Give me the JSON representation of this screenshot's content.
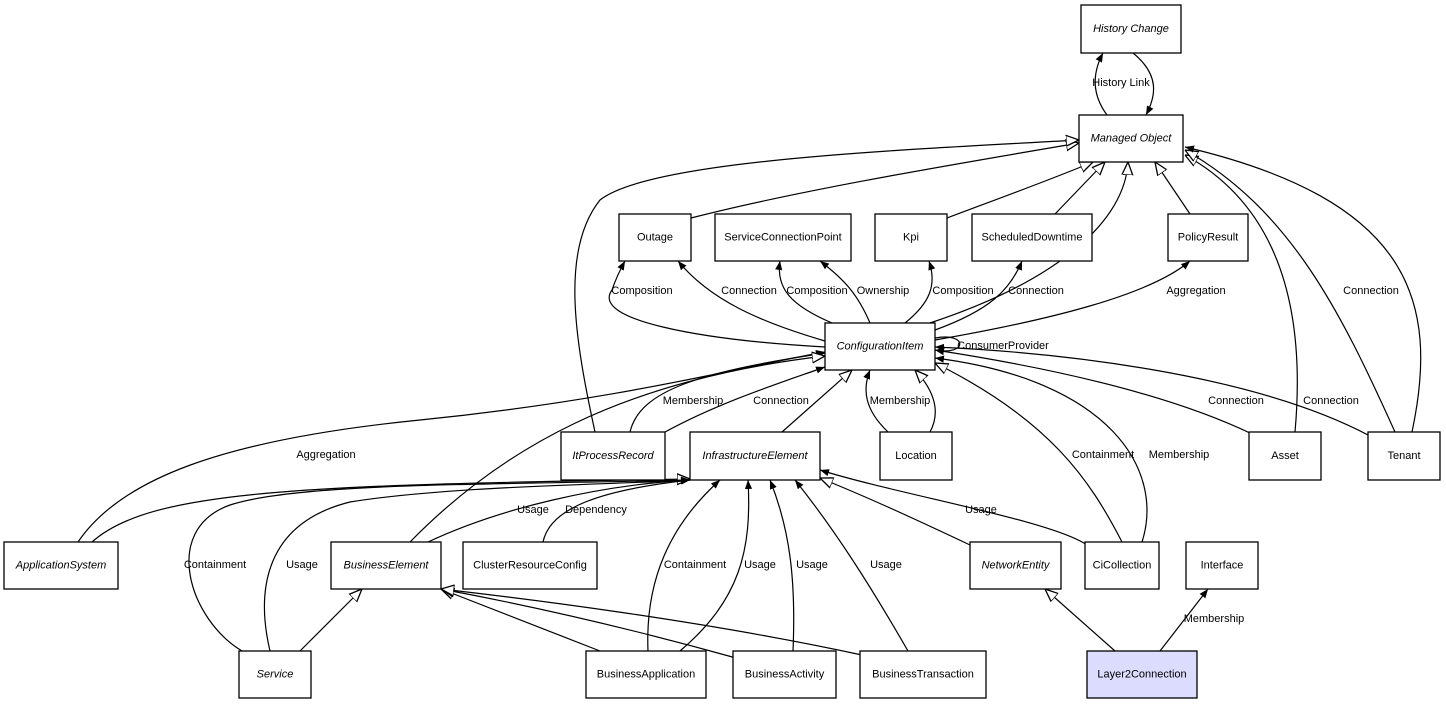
{
  "diagram": {
    "nodes": [
      {
        "id": "HistoryChange",
        "label": "History Change",
        "abstract": true
      },
      {
        "id": "ManagedObject",
        "label": "Managed Object",
        "abstract": true
      },
      {
        "id": "Outage",
        "label": "Outage",
        "abstract": false
      },
      {
        "id": "ServiceConnectionPoint",
        "label": "ServiceConnectionPoint",
        "abstract": false
      },
      {
        "id": "Kpi",
        "label": "Kpi",
        "abstract": false
      },
      {
        "id": "ScheduledDowntime",
        "label": "ScheduledDowntime",
        "abstract": false
      },
      {
        "id": "PolicyResult",
        "label": "PolicyResult",
        "abstract": false
      },
      {
        "id": "ConfigurationItem",
        "label": "ConfigurationItem",
        "abstract": true
      },
      {
        "id": "ItProcessRecord",
        "label": "ItProcessRecord",
        "abstract": true
      },
      {
        "id": "InfrastructureElement",
        "label": "InfrastructureElement",
        "abstract": true
      },
      {
        "id": "Location",
        "label": "Location",
        "abstract": false
      },
      {
        "id": "Asset",
        "label": "Asset",
        "abstract": false
      },
      {
        "id": "Tenant",
        "label": "Tenant",
        "abstract": false
      },
      {
        "id": "ApplicationSystem",
        "label": "ApplicationSystem",
        "abstract": true
      },
      {
        "id": "BusinessElement",
        "label": "BusinessElement",
        "abstract": true
      },
      {
        "id": "ClusterResourceConfig",
        "label": "ClusterResourceConfig",
        "abstract": false
      },
      {
        "id": "NetworkEntity",
        "label": "NetworkEntity",
        "abstract": true
      },
      {
        "id": "CiCollection",
        "label": "CiCollection",
        "abstract": false
      },
      {
        "id": "Interface",
        "label": "Interface",
        "abstract": false
      },
      {
        "id": "Service",
        "label": "Service",
        "abstract": true
      },
      {
        "id": "BusinessApplication",
        "label": "BusinessApplication",
        "abstract": false
      },
      {
        "id": "BusinessActivity",
        "label": "BusinessActivity",
        "abstract": false
      },
      {
        "id": "BusinessTransaction",
        "label": "BusinessTransaction",
        "abstract": false
      },
      {
        "id": "Layer2Connection",
        "label": "Layer2Connection",
        "abstract": false,
        "highlighted": true
      }
    ],
    "highlight_color": "#dcdcff",
    "edges": [
      {
        "from": "ManagedObject",
        "to": "HistoryChange",
        "label": "History Link",
        "kind": "association"
      },
      {
        "from": "HistoryChange",
        "to": "ManagedObject",
        "label": "",
        "kind": "association"
      },
      {
        "from": "Outage",
        "to": "ManagedObject",
        "label": "",
        "kind": "generalization"
      },
      {
        "from": "ItProcessRecord",
        "to": "ManagedObject",
        "label": "",
        "kind": "generalization"
      },
      {
        "from": "Kpi",
        "to": "ManagedObject",
        "label": "",
        "kind": "generalization"
      },
      {
        "from": "ScheduledDowntime",
        "to": "ManagedObject",
        "label": "",
        "kind": "generalization"
      },
      {
        "from": "ConfigurationItem",
        "to": "ManagedObject",
        "label": "",
        "kind": "generalization"
      },
      {
        "from": "PolicyResult",
        "to": "ManagedObject",
        "label": "",
        "kind": "generalization"
      },
      {
        "from": "Asset",
        "to": "ManagedObject",
        "label": "",
        "kind": "generalization"
      },
      {
        "from": "Tenant",
        "to": "ManagedObject",
        "label": "",
        "kind": "generalization"
      },
      {
        "from": "Tenant",
        "to": "ManagedObject",
        "label": "Connection",
        "kind": "association"
      },
      {
        "from": "ConfigurationItem",
        "to": "Outage",
        "label": "Composition",
        "kind": "association"
      },
      {
        "from": "ConfigurationItem",
        "to": "Outage",
        "label": "Connection",
        "kind": "association"
      },
      {
        "from": "ConfigurationItem",
        "to": "ServiceConnectionPoint",
        "label": "Composition",
        "kind": "association"
      },
      {
        "from": "ConfigurationItem",
        "to": "ServiceConnectionPoint",
        "label": "Ownership",
        "kind": "association"
      },
      {
        "from": "ConfigurationItem",
        "to": "Kpi",
        "label": "Composition",
        "kind": "association"
      },
      {
        "from": "ConfigurationItem",
        "to": "ScheduledDowntime",
        "label": "Connection",
        "kind": "association"
      },
      {
        "from": "ConfigurationItem",
        "to": "PolicyResult",
        "label": "Aggregation",
        "kind": "association"
      },
      {
        "from": "ConfigurationItem",
        "to": "ConfigurationItem",
        "label": "ConsumerProvider",
        "kind": "association"
      },
      {
        "from": "ItProcessRecord",
        "to": "ConfigurationItem",
        "label": "Membership",
        "kind": "association"
      },
      {
        "from": "ItProcessRecord",
        "to": "ConfigurationItem",
        "label": "Connection",
        "kind": "association"
      },
      {
        "from": "ApplicationSystem",
        "to": "ConfigurationItem",
        "label": "Aggregation",
        "kind": "association"
      },
      {
        "from": "BusinessElement",
        "to": "ConfigurationItem",
        "label": "",
        "kind": "generalization"
      },
      {
        "from": "InfrastructureElement",
        "to": "ConfigurationItem",
        "label": "",
        "kind": "generalization"
      },
      {
        "from": "Location",
        "to": "ConfigurationItem",
        "label": "Membership",
        "kind": "association"
      },
      {
        "from": "Location",
        "to": "ConfigurationItem",
        "label": "",
        "kind": "generalization"
      },
      {
        "from": "CiCollection",
        "to": "ConfigurationItem",
        "label": "Containment",
        "kind": "generalization"
      },
      {
        "from": "CiCollection",
        "to": "ConfigurationItem",
        "label": "Membership",
        "kind": "association"
      },
      {
        "from": "Asset",
        "to": "ConfigurationItem",
        "label": "Connection",
        "kind": "association"
      },
      {
        "from": "Tenant",
        "to": "ConfigurationItem",
        "label": "Connection",
        "kind": "association"
      },
      {
        "from": "ApplicationSystem",
        "to": "InfrastructureElement",
        "label": "",
        "kind": "generalization"
      },
      {
        "from": "Service",
        "to": "InfrastructureElement",
        "label": "Containment",
        "kind": "association"
      },
      {
        "from": "Service",
        "to": "InfrastructureElement",
        "label": "Usage",
        "kind": "association"
      },
      {
        "from": "BusinessElement",
        "to": "InfrastructureElement",
        "label": "Usage",
        "kind": "association"
      },
      {
        "from": "ClusterResourceConfig",
        "to": "InfrastructureElement",
        "label": "Dependency",
        "kind": "association"
      },
      {
        "from": "BusinessApplication",
        "to": "InfrastructureElement",
        "label": "Containment",
        "kind": "association"
      },
      {
        "from": "BusinessApplication",
        "to": "InfrastructureElement",
        "label": "Usage",
        "kind": "association"
      },
      {
        "from": "BusinessActivity",
        "to": "InfrastructureElement",
        "label": "Usage",
        "kind": "association"
      },
      {
        "from": "BusinessTransaction",
        "to": "InfrastructureElement",
        "label": "Usage",
        "kind": "association"
      },
      {
        "from": "NetworkEntity",
        "to": "InfrastructureElement",
        "label": "",
        "kind": "generalization"
      },
      {
        "from": "CiCollection",
        "to": "InfrastructureElement",
        "label": "Usage",
        "kind": "association"
      },
      {
        "from": "Service",
        "to": "BusinessElement",
        "label": "",
        "kind": "generalization"
      },
      {
        "from": "BusinessApplication",
        "to": "BusinessElement",
        "label": "",
        "kind": "generalization"
      },
      {
        "from": "BusinessActivity",
        "to": "BusinessElement",
        "label": "",
        "kind": "generalization"
      },
      {
        "from": "BusinessTransaction",
        "to": "BusinessElement",
        "label": "",
        "kind": "generalization"
      },
      {
        "from": "Layer2Connection",
        "to": "NetworkEntity",
        "label": "",
        "kind": "generalization"
      },
      {
        "from": "Layer2Connection",
        "to": "Interface",
        "label": "Membership",
        "kind": "association"
      }
    ]
  }
}
